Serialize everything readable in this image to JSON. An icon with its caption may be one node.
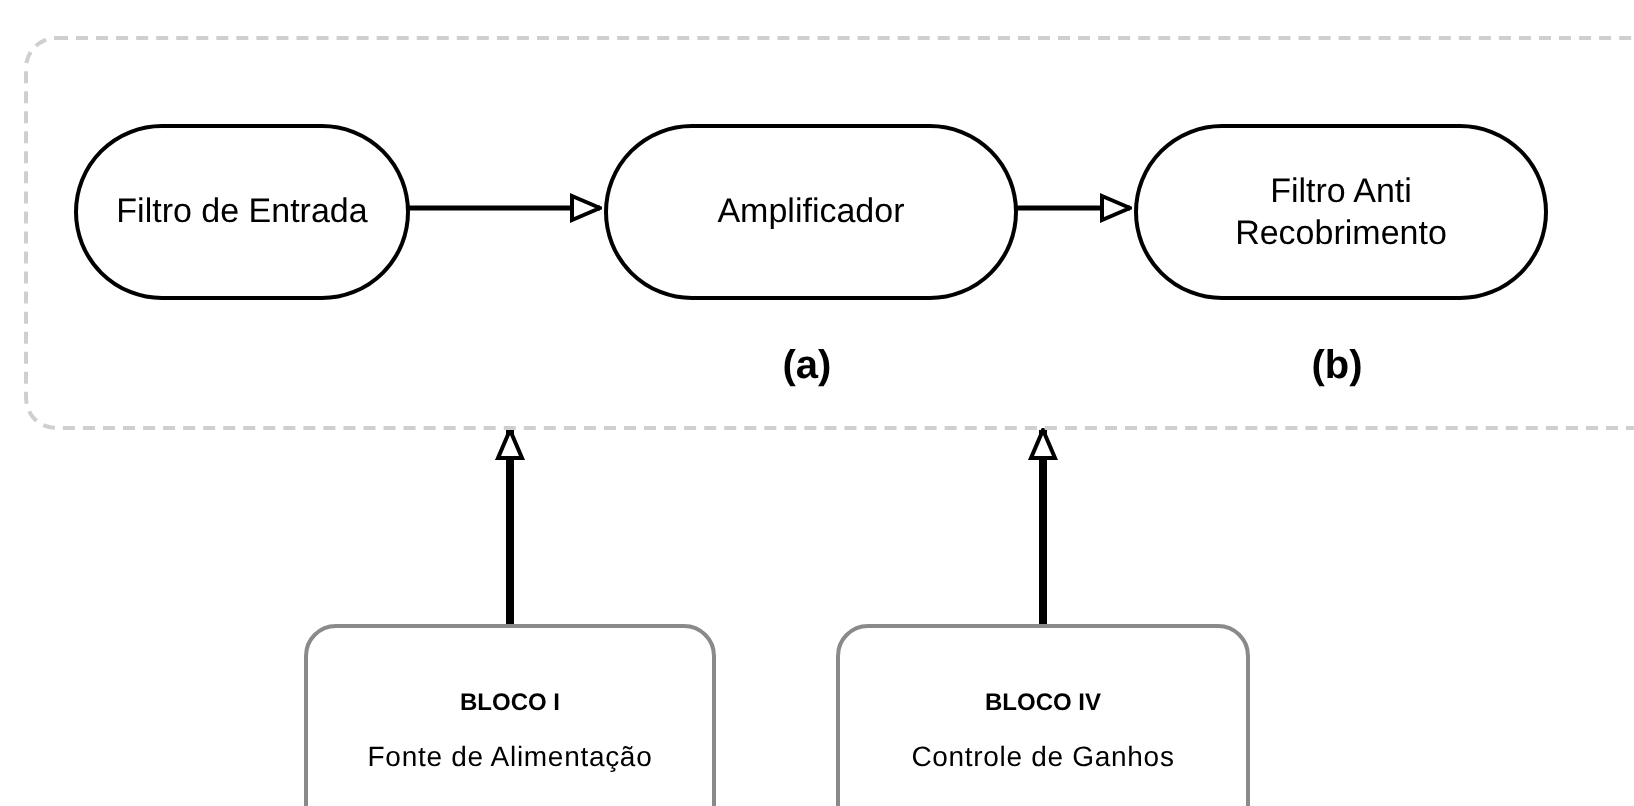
{
  "diagram": {
    "nodes": [
      {
        "text": [],
        "shape": "box"
      },
      {
        "text": [
          "Filtro de Entrada"
        ],
        "in": 0
      },
      {
        "text": [
          "Amplificador"
        ],
        "in": 0,
        "beside": [
          "(a)"
        ]
      },
      {
        "text": [
          "Filtro Anti Recobrimento"
        ],
        "in": 0,
        "beside": [
          "(b)"
        ]
      },
      {
        "text": [
          "BLOCO I",
          "Fonte de Alimentação"
        ]
      },
      {
        "text": [
          "BLOCO IV",
          "Controle de Ganhos"
        ]
      }
    ],
    "edges": [
      {
        "from": 1,
        "to": 2,
        "arrow": "to"
      },
      {
        "from": 2,
        "to": 3,
        "arrow": "to"
      },
      {
        "from": 4,
        "to": 0,
        "arrow": "to"
      },
      {
        "from": 5,
        "to": 0,
        "arrow": "to"
      }
    ]
  }
}
